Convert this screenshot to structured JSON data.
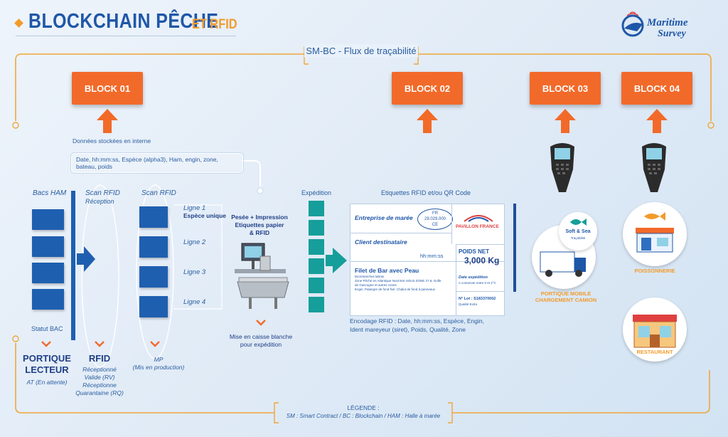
{
  "header": {
    "title_main": "BLOCKCHAIN PÊCHE",
    "title_sub": "ET RFID",
    "logo_line1": "Maritime",
    "logo_line2": "Survey"
  },
  "flow": {
    "label": "SM-BC - Flux de traçabilité",
    "blocks": [
      {
        "label": "BLOCK 01"
      },
      {
        "label": "BLOCK 02"
      },
      {
        "label": "BLOCK 03"
      },
      {
        "label": "BLOCK 04"
      }
    ]
  },
  "block01": {
    "stored_label": "Données stockées en interne",
    "fields": "Date, hh:mm:ss, Espèce (alpha3), Ham, engin, zone, bateau, poids"
  },
  "columns": {
    "bacs": "Bacs HAM",
    "scan_reception": "Scan RFID",
    "scan_reception_sub": "Réception",
    "scan_lines": "Scan RFID",
    "expedition": "Expédition",
    "etiquettes": "Etiquettes RFID et/ou QR Code"
  },
  "lignes": [
    {
      "label": "Ligne 1",
      "extra": "Espèce unique"
    },
    {
      "label": "Ligne 2",
      "extra": ""
    },
    {
      "label": "Ligne 3",
      "extra": ""
    },
    {
      "label": "Ligne 4",
      "extra": ""
    }
  ],
  "pesee": {
    "label_line1": "Pesée + Impression",
    "label_line2": "Etiquettes papier",
    "label_line3": "& RFID",
    "caption_line1": "Mise en caisse blanche",
    "caption_line2": "pour expédition"
  },
  "label_card": {
    "entreprise": "Entreprise de marée",
    "stamp_line1": "FR",
    "stamp_line2": "29.029.000",
    "stamp_line3": "CE",
    "pavillon": "PAVILLON FRANCE",
    "client": "Client destinataire",
    "time": "hh:mm:ss",
    "poids_label": "POIDS NET",
    "poids_value": "3,000 Kg",
    "product": "Filet de Bar avec Peau",
    "product_latin": "Dicentrarchus labrax",
    "product_detail1": "Zone Pêché en Atlantique Nord-Est SOUS ZONE 27.8, Golfe",
    "product_detail2": "de Gascogne et autres zones",
    "product_detail3": "Engin, Palangre de fond fixé, Chalut de fond à panneaux",
    "date_exp": "Date expédition",
    "conserver": "A conserver entre 0 et 2°C",
    "lot": "N° Lot : S183370002",
    "qualite": "Qualité Extra"
  },
  "encodage": {
    "line1": "Encodage RFID : Date, hh:mm:ss, Espèce, Engin,",
    "line2": "Ident mareyeur (siret), Poids, Qualité, Zone"
  },
  "bottom": {
    "statut": "Statut BAC",
    "portique_title1": "PORTIQUE",
    "portique_title2": "LECTEUR",
    "portique_sub": "AT (En attente)",
    "rfid_title": "RFID",
    "rfid_sub1": "Réceptionné",
    "rfid_sub2": "Valide (RV)",
    "rfid_sub3": "Réceptionne",
    "rfid_sub4": "Quarantaine (RQ)",
    "mp_title": "MP",
    "mp_sub": "(Mis en production)"
  },
  "right_side": {
    "soft_sea": "Soft & Sea",
    "tracabilite": "Traçabilité",
    "portique_mobile1": "PORTIQUE MOBILE",
    "portique_mobile2": "CHARGEMENT CAMION",
    "poissonnerie": "POISSONNERIE",
    "restaurant": "RESTAURANT"
  },
  "legend": {
    "title": "LÉGENDE :",
    "text": "SM : Smart Contract / BC : Blockchain / HAM : Halle à marée"
  },
  "colors": {
    "block": "#f26a2a",
    "accent": "#f29b2a",
    "primary": "#1f57a8",
    "teal": "#169e9a"
  }
}
